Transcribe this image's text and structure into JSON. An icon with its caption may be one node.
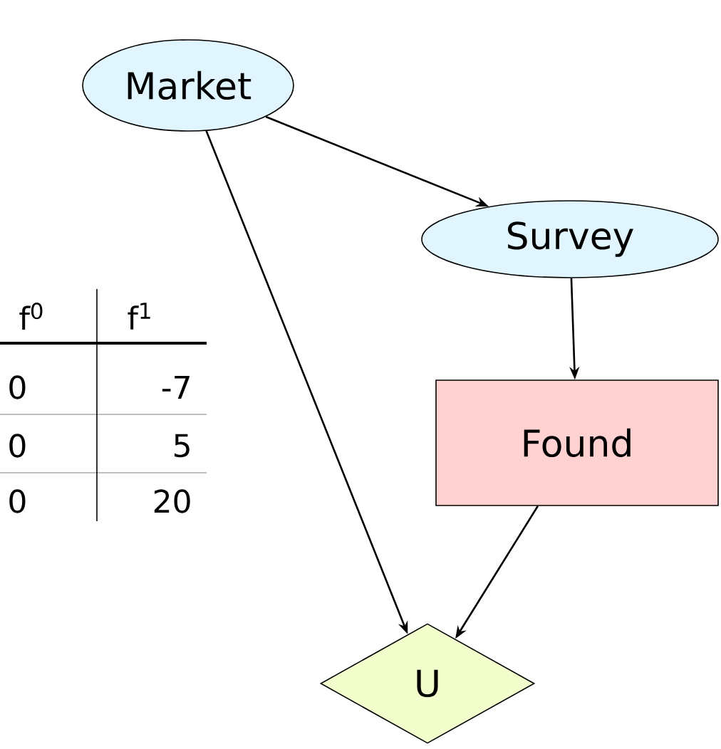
{
  "diagram": {
    "nodes": [
      {
        "text": [
          "Market"
        ]
      },
      {
        "text": [
          "Survey"
        ]
      },
      {
        "text": [
          "Found"
        ]
      },
      {
        "text": [
          "U"
        ]
      }
    ],
    "edges": [
      {
        "from": 0,
        "to": 1,
        "arrow": "to"
      },
      {
        "from": 0,
        "to": 3,
        "arrow": "to"
      },
      {
        "from": 1,
        "to": 2,
        "arrow": "to"
      },
      {
        "from": 2,
        "to": 3,
        "arrow": "to"
      }
    ],
    "labels": [
      "f$^{0}$",
      "f$^{1}$",
      "0",
      "-7",
      "0",
      "5",
      "0",
      "20"
    ]
  }
}
